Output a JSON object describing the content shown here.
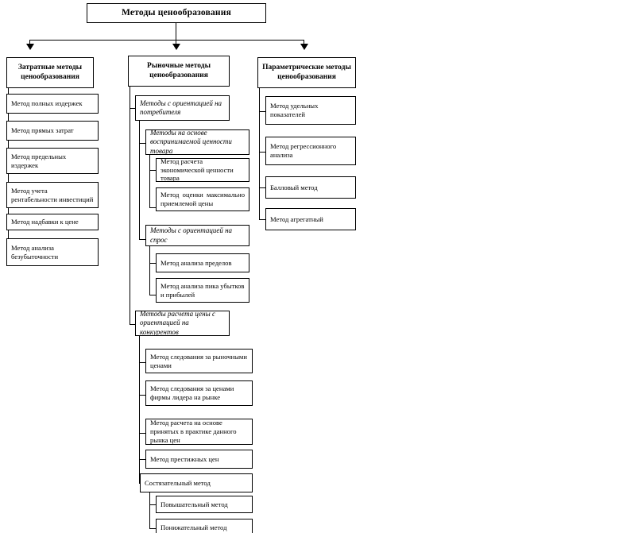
{
  "diagram": {
    "title": "Методы ценообразования",
    "root": {
      "label": "Методы ценообразования"
    },
    "branches": [
      {
        "key": "cost",
        "label": "Затратные методы ценообразования",
        "items": [
          {
            "label": "Метод полных издержек"
          },
          {
            "label": "Метод прямых затрат"
          },
          {
            "label": "Метод предельных издержек"
          },
          {
            "label": "Метод учета рентабельности инвестиций"
          },
          {
            "label": "Метод надбавки к цене"
          },
          {
            "label": "Метод анализа безубыточности"
          }
        ]
      },
      {
        "key": "market",
        "label": "Рыночные методы ценообразования",
        "groups": [
          {
            "label": "Методы с ориентацией на потребителя",
            "subgroups": [
              {
                "label": "Методы на основе воспринимаемой ценности товара",
                "items": [
                  {
                    "label": "Метод расчета экономической ценности товара"
                  },
                  {
                    "label": "Метод оценки максимально приемлемой цены"
                  }
                ]
              },
              {
                "label": "Методы с ориентацией на спрос",
                "items": [
                  {
                    "label": "Метод анализа пределов"
                  },
                  {
                    "label": "Метод анализа пика убытков и прибылей"
                  }
                ]
              }
            ]
          },
          {
            "label": "Методы расчета цены с ориентацией на конкурентов",
            "items": [
              {
                "label": "Метод следования за рыночными ценами"
              },
              {
                "label": "Метод следования за ценами фирмы лидера на рынке"
              },
              {
                "label": "Метод расчета на основе принятых в практике данного рынка цен"
              },
              {
                "label": "Метод престижных цен"
              },
              {
                "label": "Состязательный метод",
                "items": [
                  {
                    "label": "Повышательный метод"
                  },
                  {
                    "label": "Понижательный метод"
                  }
                ]
              }
            ]
          }
        ]
      },
      {
        "key": "parametric",
        "label": "Параметрические методы ценообразования",
        "items": [
          {
            "label": "Метод удельных показателей"
          },
          {
            "label": "Метод регрессионного анализа"
          },
          {
            "label": "Балловый метод"
          },
          {
            "label": "Метод агрегатный"
          }
        ]
      }
    ]
  },
  "colors": {
    "line": "#000000",
    "box_border": "#000000",
    "background": "#ffffff",
    "text": "#000000"
  }
}
